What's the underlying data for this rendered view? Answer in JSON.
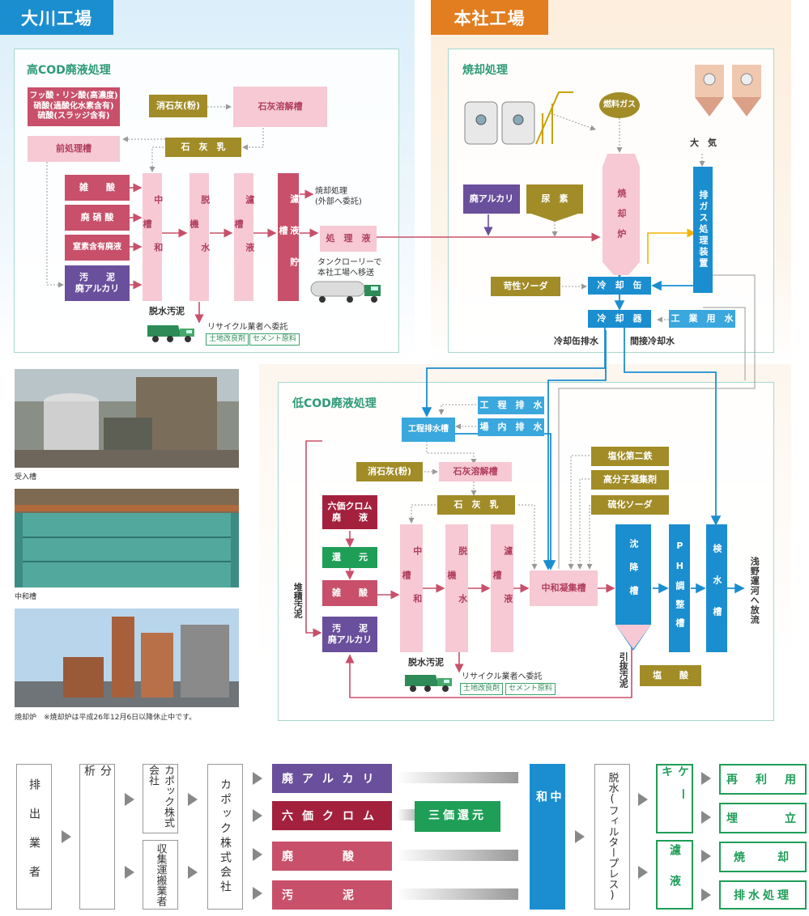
{
  "zones": {
    "okawa": "大川工場",
    "honsha": "本社工場"
  },
  "high_cod": {
    "title": "高COD廃液処理",
    "source_box": "フッ酸・リン酸(高濃度)\n硝酸(過酸化水素含有)\n硫酸(スラッジ含有)",
    "pretreat": "前処理槽",
    "lime_powder": "消石灰(粉)",
    "lime_tank": "石灰溶解槽",
    "lime_milk": "石　灰　乳",
    "inputs": [
      "雑　　酸",
      "廃 硝 酸",
      "窒素含有廃液",
      "汚　　泥\n廃アルカリ"
    ],
    "neutral_tank": "中和槽",
    "dewater": "脱水機",
    "filtrate": "濾液槽",
    "storage": "濾液貯槽",
    "treated": "処　理　液",
    "incin_out": "焼却処理\n(外部へ委託)",
    "tanker": "タンクローリーで\n本社工場へ移送",
    "sludge": "脱水汚泥",
    "recycle": "リサイクル業者へ委託",
    "tags": [
      "土地改良剤",
      "セメント原料"
    ]
  },
  "incineration": {
    "title": "焼却処理",
    "fuel": "燃料ガス",
    "atmosphere": "大　気",
    "alkali": "廃アルカリ",
    "urea": "尿　素",
    "furnace": "焼却炉",
    "exhaust": "排ガス処理装置",
    "caustic": "苛性ソーダ",
    "cooler_can": "冷　却　缶",
    "cooler": "冷　却　器",
    "industrial_water": "工　業　用　水",
    "drain1": "冷却缶排水",
    "drain2": "間接冷却水"
  },
  "low_cod": {
    "title": "低COD廃液処理",
    "process_drain": "工　程　排　水",
    "site_drain": "場　内　排　水",
    "process_tank": "工程排水槽",
    "lime_powder": "消石灰(粉)",
    "lime_tank": "石灰溶解槽",
    "lime_milk": "石　灰　乳",
    "ferric": "塩化第二鉄",
    "polymer": "高分子凝集剤",
    "sulfide": "硫化ソーダ",
    "chrome": "六価クロム\n廃　　液",
    "reduce": "還　　元",
    "acid": "雑　　酸",
    "sludge_alk": "汚　　泥\n廃アルカリ",
    "neutral_tank": "中和槽",
    "dewater": "脱水機",
    "filtrate": "濾液槽",
    "coag": "中和凝集槽",
    "settle": "沈降槽",
    "ph": "PH調整槽",
    "monitor": "検水槽",
    "release": "浅野運河へ放流",
    "accum": "堆積汚泥",
    "pull": "引抜汚泥",
    "hcl": "塩　　酸",
    "sludge": "脱水汚泥",
    "recycle": "リサイクル業者へ委託",
    "tags": [
      "土地改良剤",
      "セメント原料"
    ]
  },
  "photos": [
    {
      "caption": "受入槽"
    },
    {
      "caption": "中和槽"
    },
    {
      "caption": "焼却炉　※焼却炉は平成26年12月6日以降休止中です。"
    }
  ],
  "legend": {
    "col1": "排出業者",
    "col2": "分析",
    "col3a": "カポック株式会社",
    "col3b": "収集運搬業者",
    "col4": "カポック株式会社",
    "bars": [
      "廃アルカリ",
      "六価クロム",
      "廃　　酸",
      "汚　　泥"
    ],
    "reduce": "三価還元",
    "neutral": "中和",
    "dewater": "脱水(フィルタープレス)",
    "cake": "ケーキ",
    "filt": "濾液",
    "out": [
      "再　利　用",
      "埋　　　立",
      "焼　　却",
      "排水処理"
    ]
  },
  "colors": {
    "crimson": "#c8506a",
    "purple": "#6a4f9c",
    "olive": "#a18c28",
    "blue": "#1b8ed0",
    "green": "#1f9e57",
    "pink": "#f6c9d4"
  }
}
